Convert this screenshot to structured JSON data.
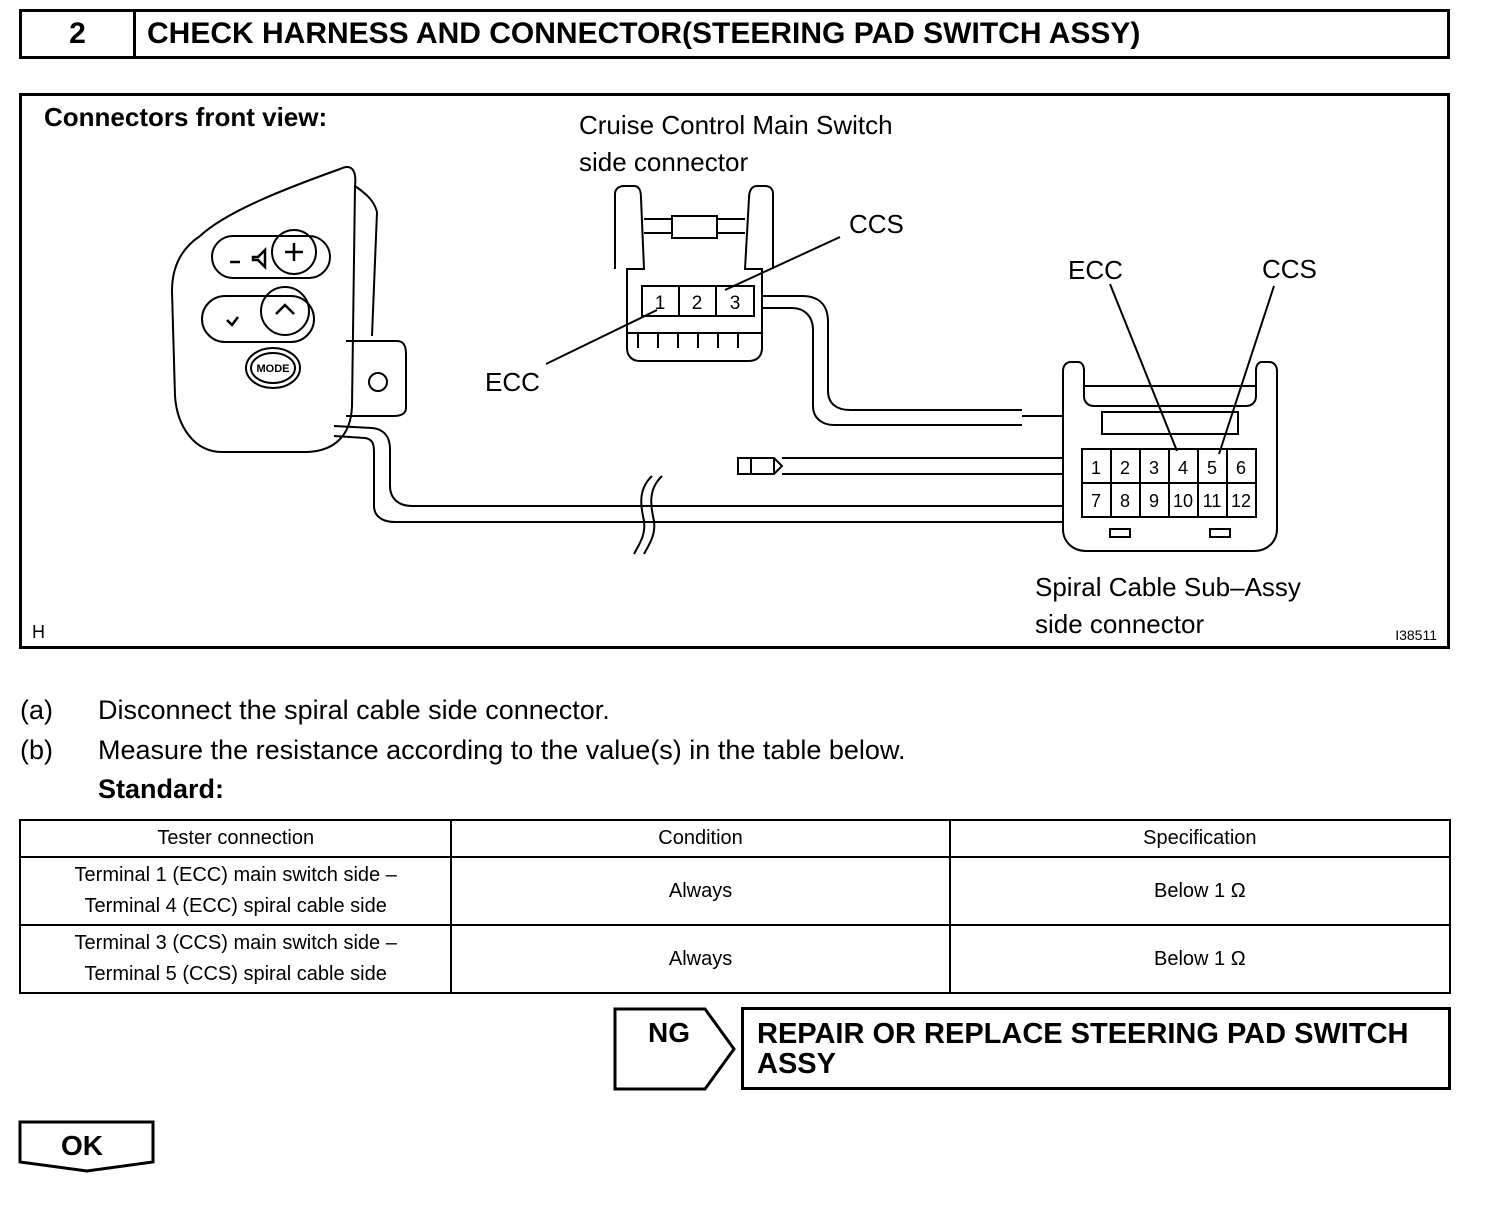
{
  "header": {
    "step_number": "2",
    "title": "CHECK HARNESS AND CONNECTOR(STEERING PAD SWITCH ASSY)"
  },
  "figure": {
    "caption": "Connectors front view:",
    "main_switch_label_1": "Cruise Control Main Switch",
    "main_switch_label_2": "side connector",
    "spiral_label_1": "Spiral Cable Sub–Assy",
    "spiral_label_2": "side connector",
    "ccs_label": "CCS",
    "ecc_label": "ECC",
    "corner_letter": "H",
    "figure_id": "I38511",
    "main_switch_pins": [
      "1",
      "2",
      "3"
    ],
    "spiral_pins": [
      "1",
      "2",
      "3",
      "4",
      "5",
      "6",
      "7",
      "8",
      "9",
      "10",
      "11",
      "12"
    ],
    "mode_button": "MODE"
  },
  "steps": [
    {
      "label": "(a)",
      "text": "Disconnect the spiral cable side connector."
    },
    {
      "label": "(b)",
      "text": "Measure the resistance according to the value(s) in the table below."
    }
  ],
  "standard_label": "Standard:",
  "table": {
    "headers": [
      "Tester connection",
      "Condition",
      "Specification"
    ],
    "rows": [
      {
        "conn_1": "Terminal 1 (ECC) main switch side –",
        "conn_2": "Terminal 4 (ECC) spiral cable side",
        "condition": "Always",
        "spec": "Below 1 Ω"
      },
      {
        "conn_1": "Terminal 3 (CCS) main switch side –",
        "conn_2": "Terminal 5 (CCS) spiral cable side",
        "condition": "Always",
        "spec": "Below 1 Ω"
      }
    ]
  },
  "ng": {
    "label": "NG",
    "action": "REPAIR OR REPLACE STEERING PAD SWITCH ASSY"
  },
  "ok": {
    "label": "OK"
  }
}
